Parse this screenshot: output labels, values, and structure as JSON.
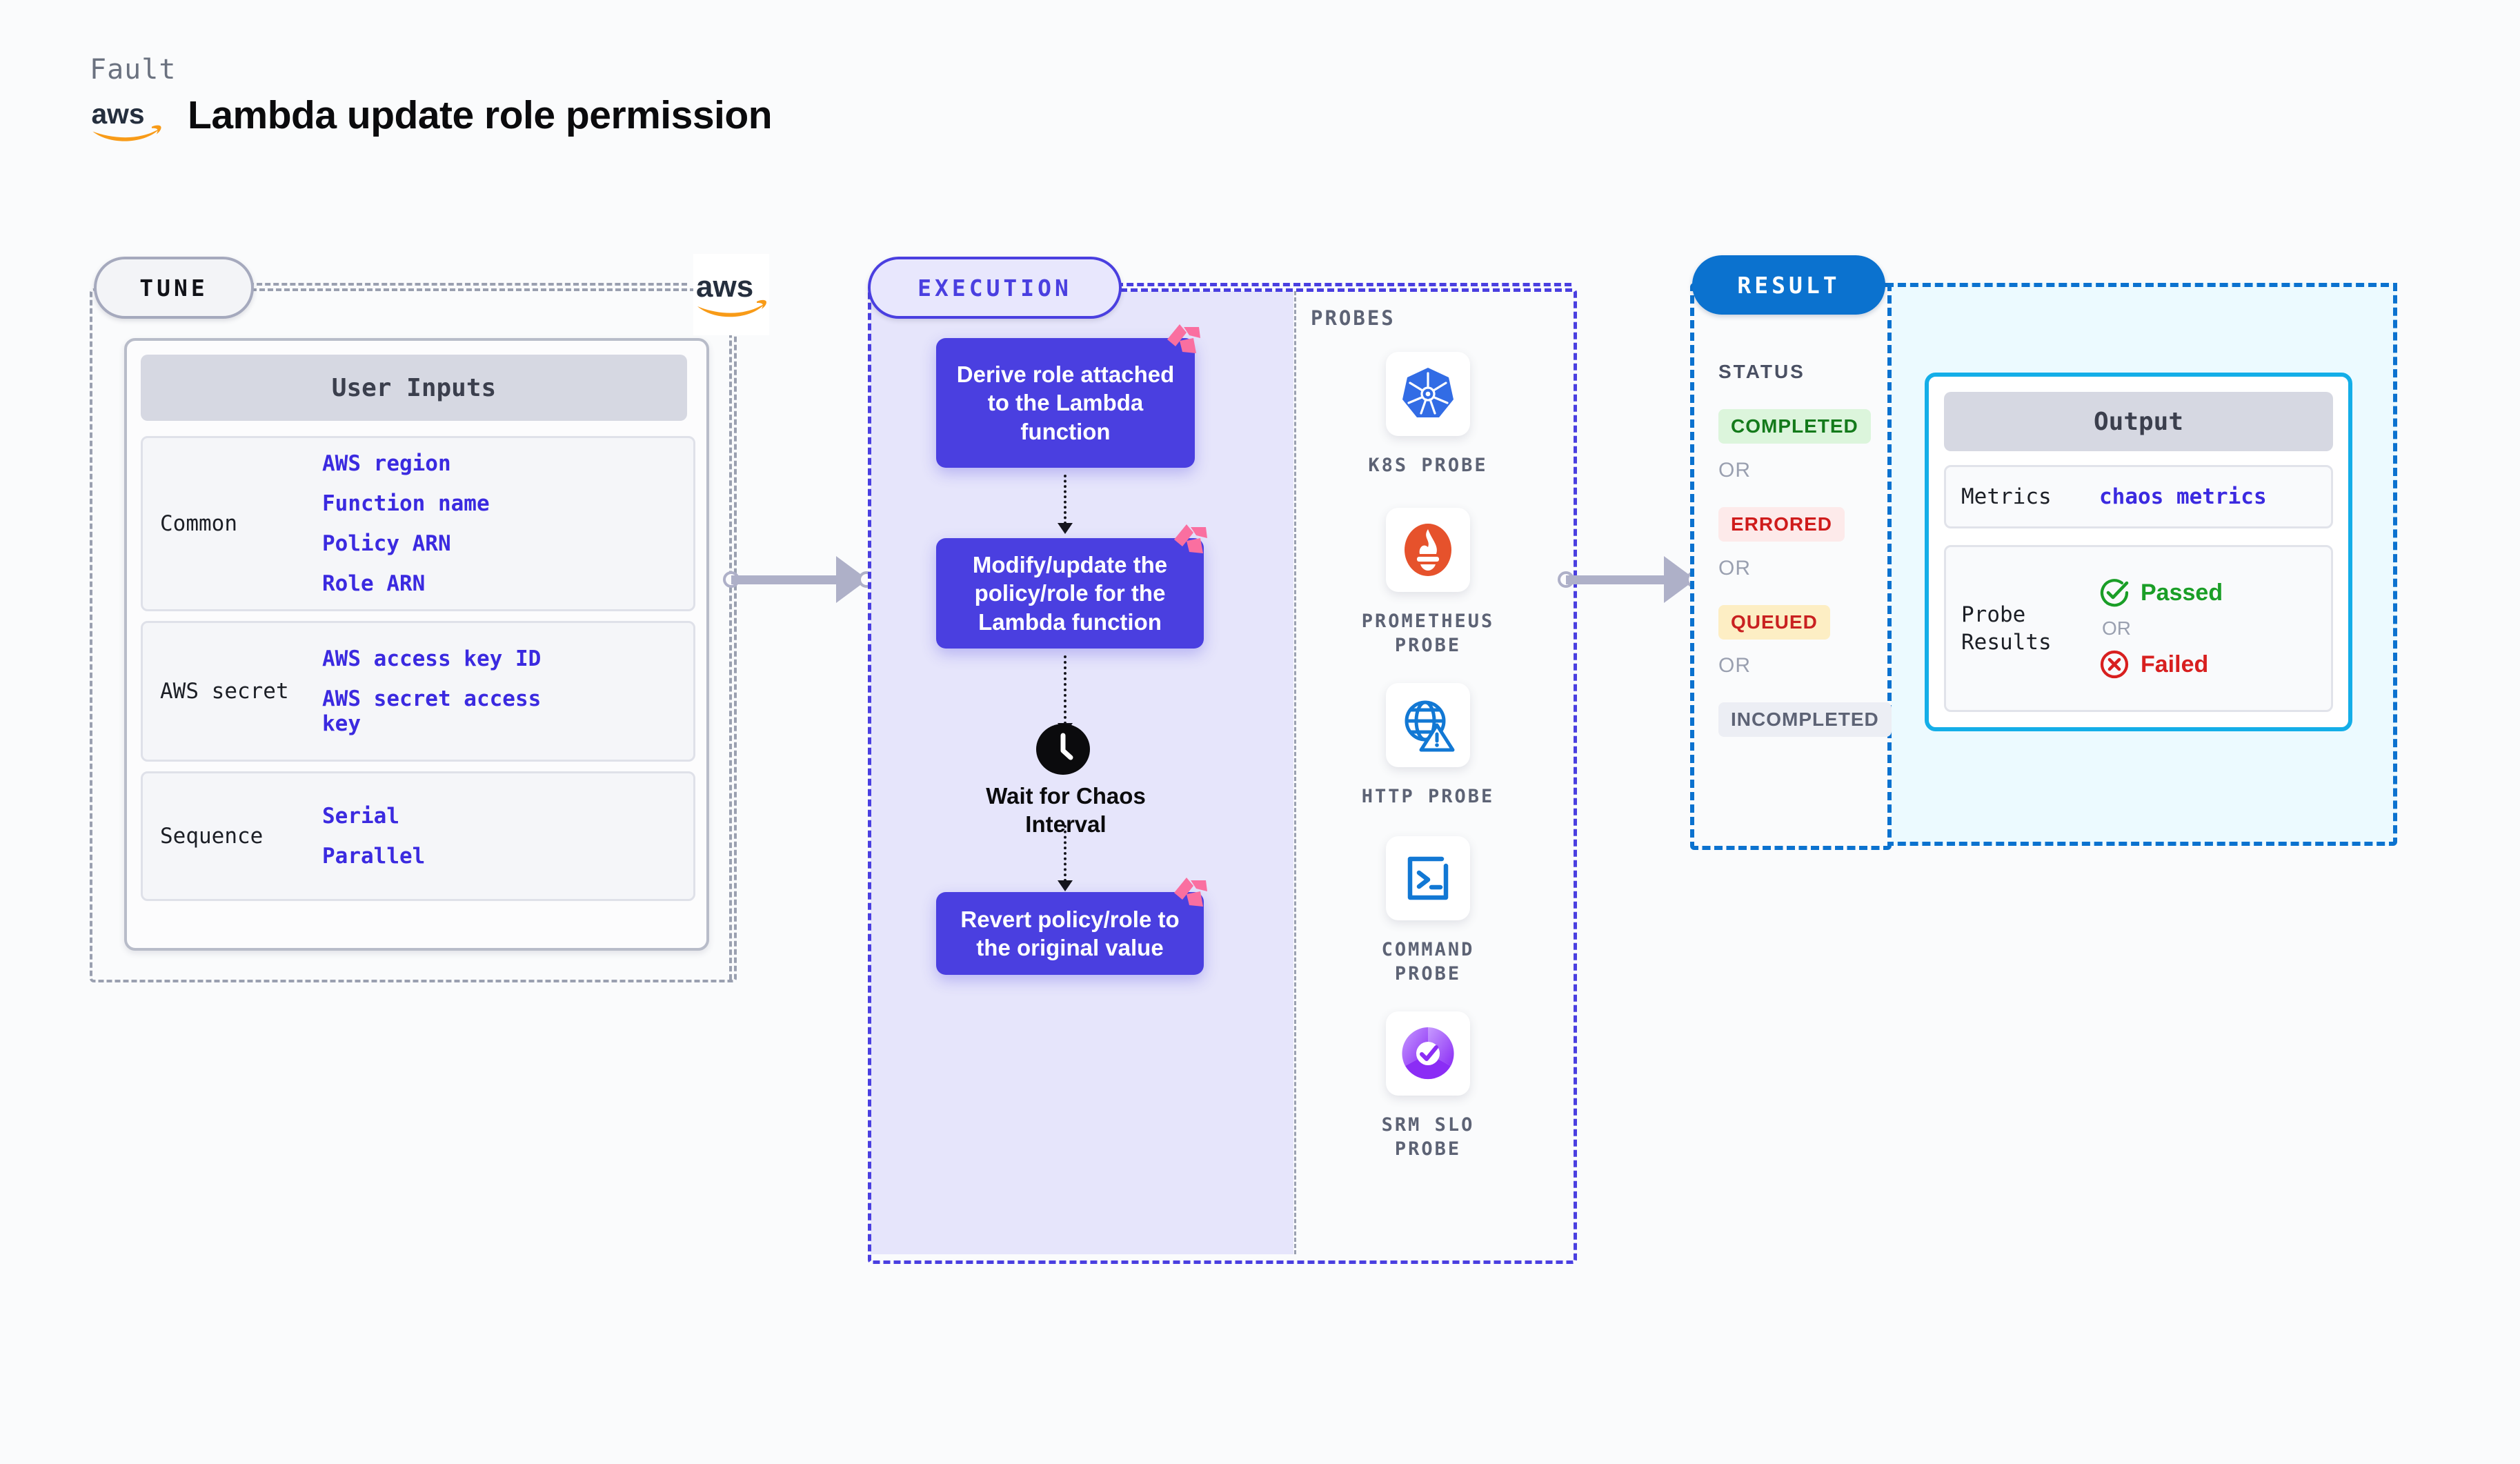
{
  "header": {
    "fault_label": "Fault",
    "title": "Lambda update role permission",
    "logo": "aws-logo"
  },
  "tune": {
    "pill_label": "TUNE",
    "card_title": "User Inputs",
    "groups": [
      {
        "label": "Common",
        "values": [
          "AWS region",
          "Function name",
          "Policy ARN",
          "Role ARN"
        ]
      },
      {
        "label": "AWS secret",
        "values": [
          "AWS access key ID",
          "AWS secret access key"
        ]
      },
      {
        "label": "Sequence",
        "values": [
          "Serial",
          "Parallel"
        ]
      }
    ]
  },
  "execution": {
    "pill_label": "EXECUTION",
    "steps": [
      "Derive role attached to the Lambda function",
      "Modify/update the policy/role for the Lambda function",
      "Revert policy/role to the original value"
    ],
    "wait_label": "Wait for Chaos Interval",
    "probes_label": "PROBES",
    "probes": [
      {
        "label": "K8S PROBE",
        "icon": "kubernetes-icon"
      },
      {
        "label": "PROMETHEUS PROBE",
        "icon": "prometheus-icon"
      },
      {
        "label": "HTTP PROBE",
        "icon": "http-globe-icon"
      },
      {
        "label": "COMMAND PROBE",
        "icon": "terminal-icon"
      },
      {
        "label": "SRM SLO PROBE",
        "icon": "srm-slo-icon"
      }
    ]
  },
  "result": {
    "pill_label": "RESULT",
    "status_label": "STATUS",
    "or_label": "OR",
    "statuses": [
      {
        "label": "COMPLETED",
        "bg": "#dcf5dc",
        "fg": "#147a1b"
      },
      {
        "label": "ERRORED",
        "bg": "#fdeaea",
        "fg": "#cf1b1b"
      },
      {
        "label": "QUEUED",
        "bg": "#fdeec4",
        "fg": "#c92121"
      },
      {
        "label": "INCOMPLETED",
        "bg": "#eceef4",
        "fg": "#5d6375"
      }
    ],
    "output": {
      "title": "Output",
      "metrics_label": "Metrics",
      "metrics_value": "chaos metrics",
      "probe_results_label": "Probe Results",
      "passed_label": "Passed",
      "failed_label": "Failed",
      "or_label": "OR"
    }
  },
  "colors": {
    "accent_purple": "#4a3fe0",
    "accent_blue": "#0b72cf",
    "accent_cyan": "#14aee8",
    "harness_pink": "#fa6fa0",
    "aws_orange": "#f89b18"
  }
}
